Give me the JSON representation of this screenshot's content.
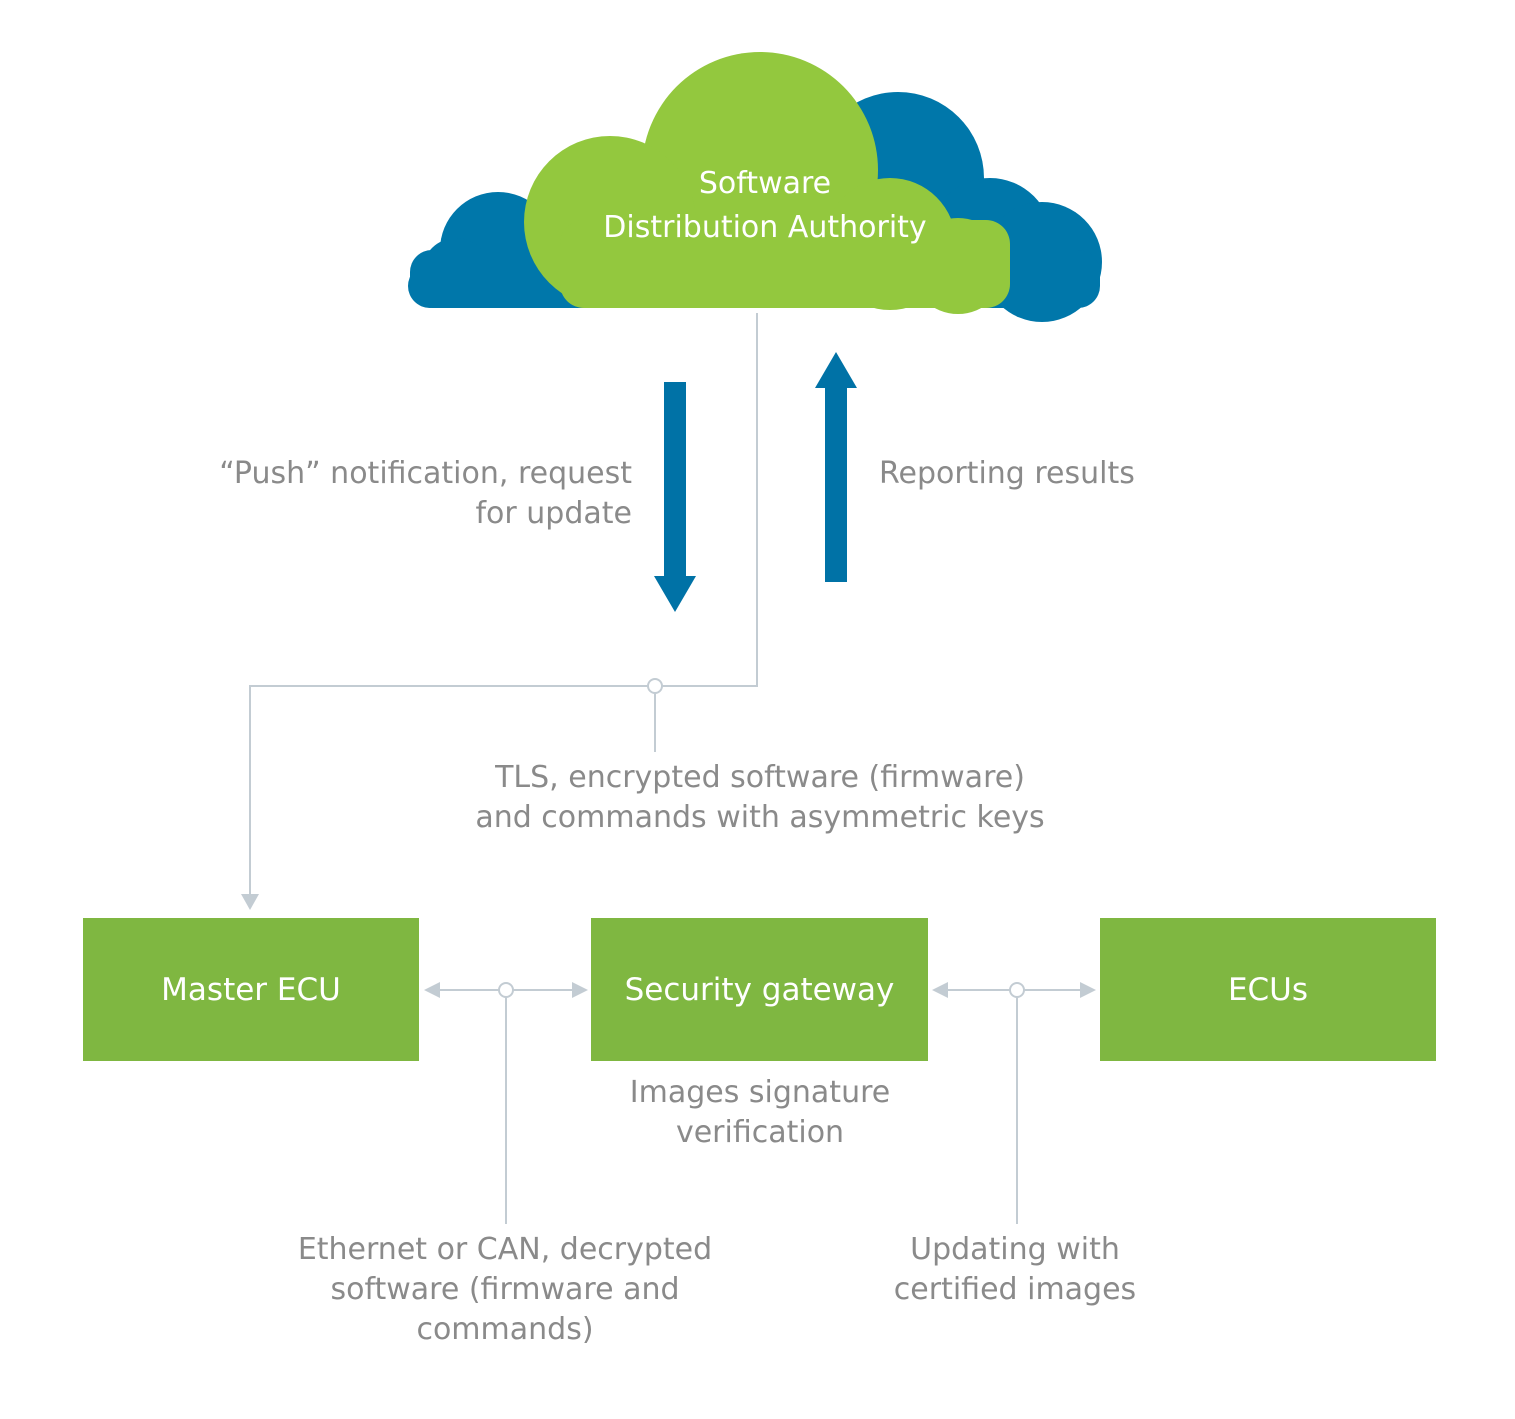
{
  "cloud": {
    "label": "Software\nDistribution Authority",
    "back_color": "#0077aa",
    "front_color": "#93c83e"
  },
  "arrows": {
    "color": "#0072a6",
    "down_label": "“Push” notification, request\nfor update",
    "up_label": "Reporting results"
  },
  "channel_label": "TLS, encrypted software (firmware)\nand commands with asymmetric keys",
  "nodes": {
    "box_color": "#7fb741",
    "master": "Master ECU",
    "gateway": "Security gateway",
    "ecus": "ECUs"
  },
  "gateway_note": "Images signature\nverification",
  "link_master_gateway_label": "Ethernet or CAN, decrypted\nsoftware (firmware and\ncommands)",
  "link_gateway_ecus_label": "Updating with\ncertified images",
  "connector_color": "#c3ccd3",
  "text_color": "#8a8a8a"
}
